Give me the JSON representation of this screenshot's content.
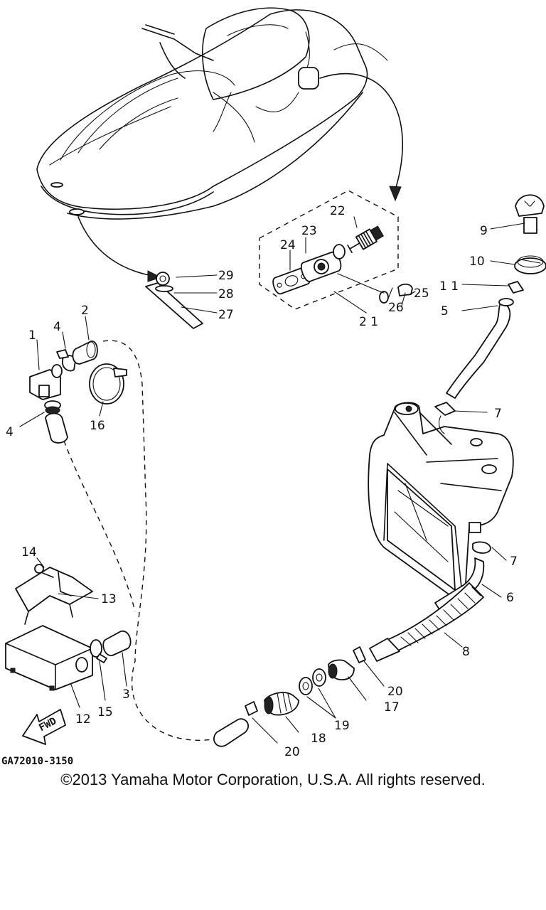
{
  "diagram_code": "GA72010-3150",
  "copyright": "©2013 Yamaha Motor Corporation, U.S.A. All rights reserved.",
  "fwd_label": "FWD",
  "callouts": {
    "n1": "1",
    "n2": "2",
    "n3": "3",
    "n4a": "4",
    "n4b": "4",
    "n5": "5",
    "n6": "6",
    "n7a": "7",
    "n7b": "7",
    "n8": "8",
    "n9": "9",
    "n10": "10",
    "n11": "1 1",
    "n12": "12",
    "n13": "13",
    "n14": "14",
    "n15": "15",
    "n16": "16",
    "n17": "17",
    "n18": "18",
    "n19": "19",
    "n20a": "20",
    "n20b": "20",
    "n21": "2 1",
    "n22": "22",
    "n23": "23",
    "n24": "24",
    "n25": "25",
    "n26": "26",
    "n27": "27",
    "n28": "28",
    "n29": "29"
  }
}
